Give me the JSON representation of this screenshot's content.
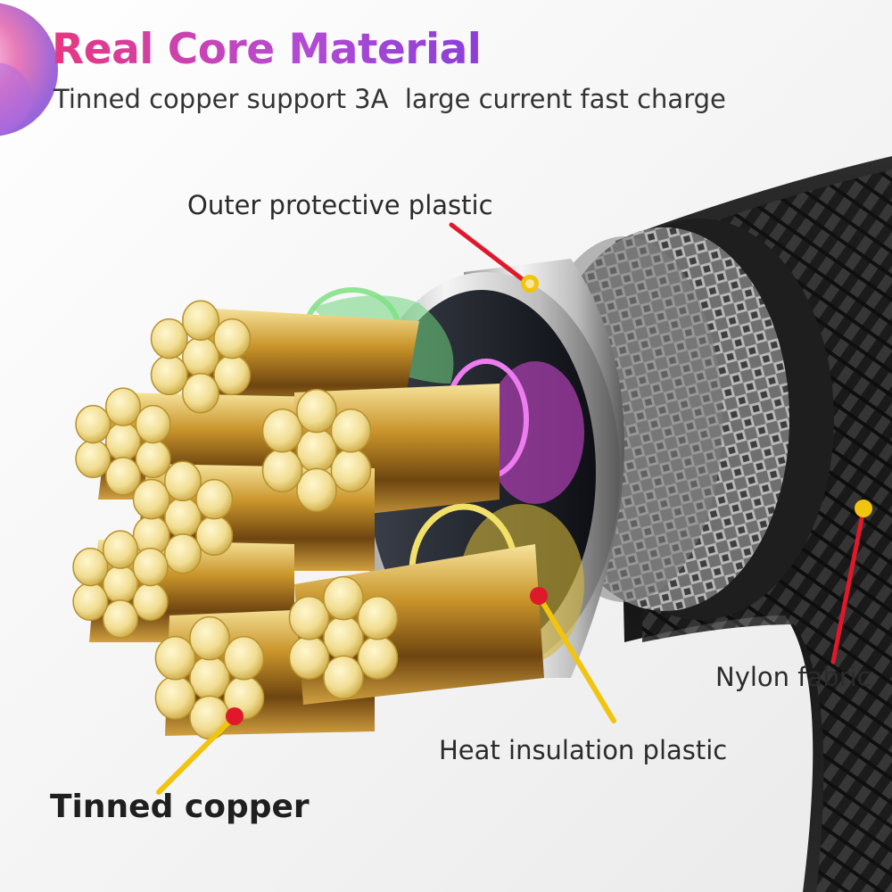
{
  "header": {
    "title": "Real Core Material",
    "subtitle": "Tinned copper support 3A  large current fast charge"
  },
  "callouts": {
    "outer_protective_plastic": "Outer protective plastic",
    "nylon_fabric": "Nylon fabric",
    "heat_insulation_plastic": "Heat insulation plastic",
    "tinned_copper": "Tinned copper"
  },
  "colors": {
    "title_gradient_start": "#e8377f",
    "title_gradient_end": "#8a3fd8",
    "pointer_line": "#e0192a",
    "pointer_line_yellow": "#f1c40f",
    "copper_gold": "#d9b13a",
    "nylon_dark": "#1b1b1b"
  }
}
